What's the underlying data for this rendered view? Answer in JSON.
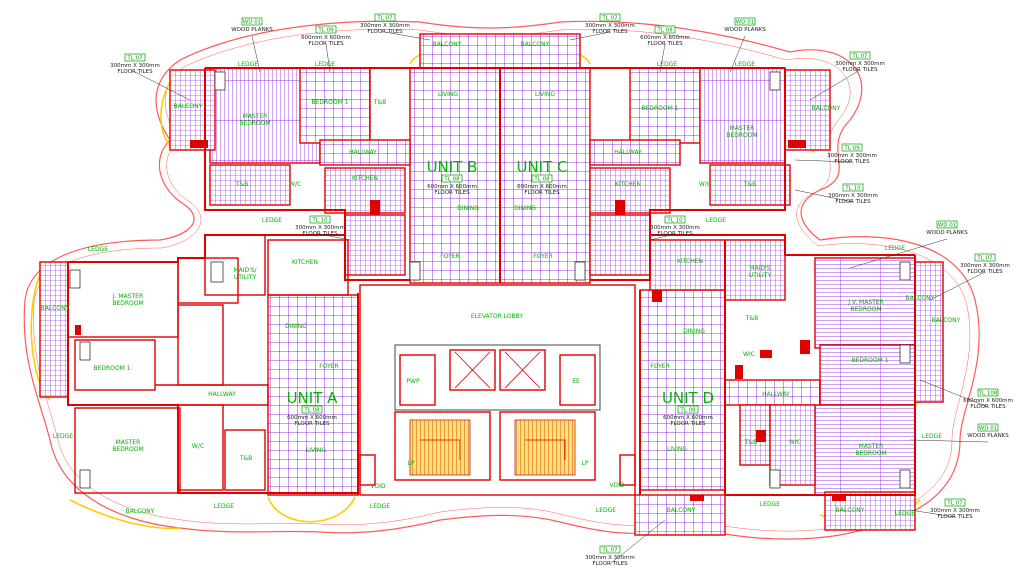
{
  "callouts": [
    {
      "tag": "TL 07",
      "line1": "300mm X 300mm",
      "line2": "FLOOR TILES"
    },
    {
      "tag": "WD 01",
      "line1": "WOOD PLANKS",
      "line2": ""
    },
    {
      "tag": "TL 08",
      "line1": "600mm X 600mm",
      "line2": "FLOOR TILES"
    },
    {
      "tag": "TL 07",
      "line1": "300mm X 300mm",
      "line2": "FLOOR TILES"
    },
    {
      "tag": "TL 07",
      "line1": "300mm X 300mm",
      "line2": "FLOOR TILES"
    },
    {
      "tag": "TL 08",
      "line1": "600mm X 600mm",
      "line2": "FLOOR TILES"
    },
    {
      "tag": "WD 01",
      "line1": "WOOD PLANKS",
      "line2": ""
    },
    {
      "tag": "TL 07",
      "line1": "300mm X 300mm",
      "line2": "FLOOR TILES"
    },
    {
      "tag": "TL 09",
      "line1": "300mm X 300mm",
      "line2": "FLOOR TILES"
    },
    {
      "tag": "TL 10",
      "line1": "300mm X 300mm",
      "line2": "FLOOR TILES"
    },
    {
      "tag": "WD 01",
      "line1": "WOOD PLANKS",
      "line2": ""
    },
    {
      "tag": "TL 07",
      "line1": "300mm X 300mm",
      "line2": "FLOOR TILES"
    },
    {
      "tag": "TL 108",
      "line1": "600mm X 600mm",
      "line2": "FLOOR TILES"
    },
    {
      "tag": "WD 01",
      "line1": "WOOD PLANKS",
      "line2": ""
    },
    {
      "tag": "TL 07",
      "line1": "300mm X 300mm",
      "line2": "FLOOR TILES"
    },
    {
      "tag": "TL 07",
      "line1": "300mm X 300mm",
      "line2": "FLOOR TILES"
    },
    {
      "tag": "TL 10",
      "line1": "300mm X 300mm",
      "line2": "FLOOR TILES"
    },
    {
      "tag": "TL 10",
      "line1": "300mm X 300mm",
      "line2": "FLOOR TILES"
    }
  ],
  "unit_labels": [
    {
      "text": "UNIT B",
      "sub1": "600mm X 600mm",
      "sub2": "FLOOR TILES"
    },
    {
      "text": "UNIT C",
      "sub1": "600mm X 600mm",
      "sub2": "FLOOR TILES"
    },
    {
      "text": "UNIT A",
      "sub1": "600mm X 600mm",
      "sub2": "FLOOR TILES"
    },
    {
      "text": "UNIT D",
      "sub1": "600mm X 600mm",
      "sub2": "FLOOR TILES"
    }
  ],
  "unit_tags": [
    "TL 08",
    "TL 08",
    "TL 08",
    "TL 08"
  ],
  "rooms": [
    "BALCONY",
    "BALCONY",
    "LEDGE",
    "LEDGE",
    "BALCONY",
    "MASTER BEDROOM",
    "BEDROOM 1",
    "T&B",
    "LIVING",
    "LIVING",
    "BEDROOM 1",
    "MASTER BEDROOM",
    "BALCONY",
    "LEDGE",
    "LEDGE",
    "HALLWAY",
    "HALLWAY",
    "T&B",
    "W/C",
    "W/C",
    "T&B",
    "KITCHEN",
    "KITCHEN",
    "DINING",
    "DINING",
    "LEDGE",
    "LEDGE",
    "FOYER",
    "FOYER",
    "LEDGE",
    "J. MASTER BEDROOM",
    "BALCONY",
    "MAID'S/ UTILITY",
    "KITCHEN",
    "DINING",
    "BEDROOM 1",
    "HALLWAY",
    "FOYER",
    "LEDGE",
    "MASTER BEDROOM",
    "W/C",
    "T&B",
    "LIVING",
    "VOID",
    "BALCONY",
    "LEDGE",
    "LEDGE",
    "ELEVATOR LOBBY",
    "PWP",
    "EE",
    "VOID",
    "LP",
    "LP",
    "LEDGE",
    "KITCHEN",
    "MAID'S UTILITY",
    "DINING",
    "J.V. MASTER BEDROOM",
    "BALCONY",
    "BEDROOM 1",
    "FOYER",
    "HALLWAY",
    "LIVING",
    "T&B",
    "W/C",
    "MASTER BEDROOM",
    "LEDGE",
    "BALCONY",
    "LEDGE",
    "BALCONY",
    "LEDGE",
    "T&B",
    "WIC",
    "BALCONY",
    "LEDGE"
  ],
  "colors": {
    "wall": "#e00000",
    "tile": "#7a00d0",
    "text": "#00b400",
    "stair": "#ffcc00",
    "outline": "#ff5a5a"
  }
}
